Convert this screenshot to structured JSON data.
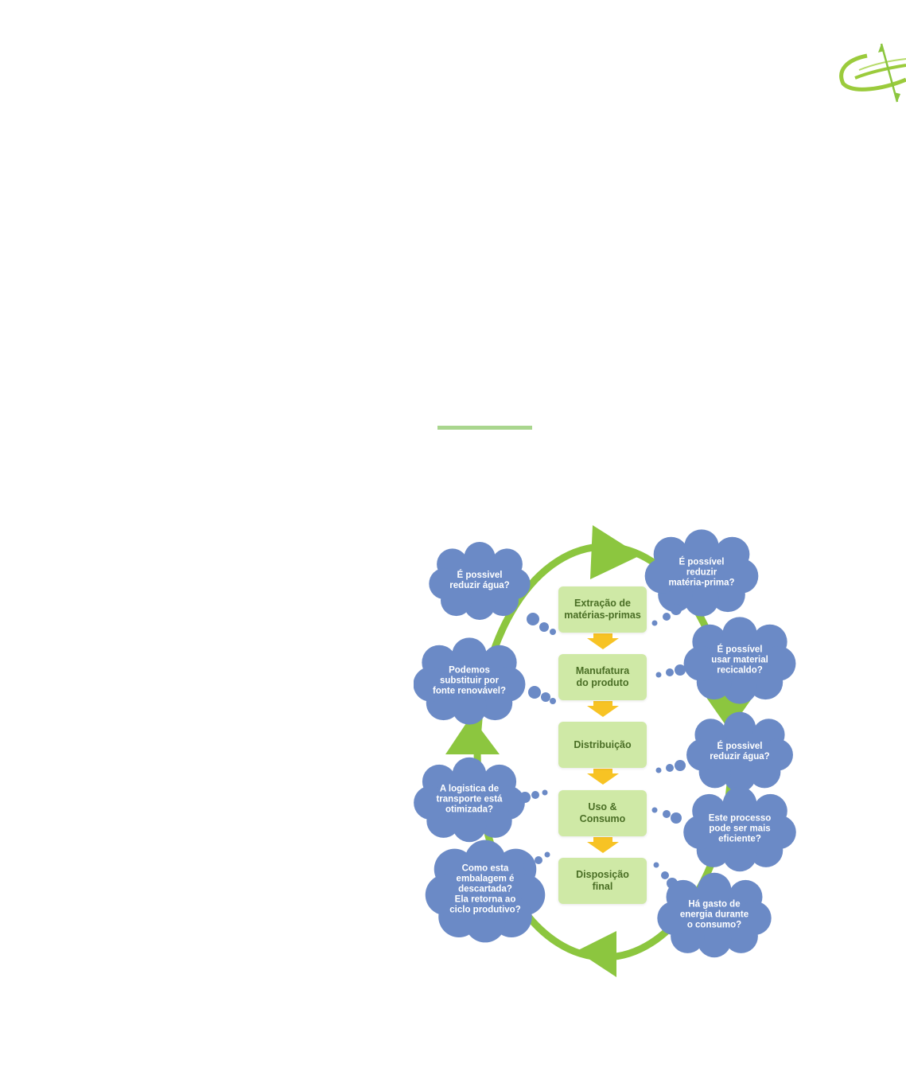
{
  "logo": {
    "icon": "green-swoosh-logo"
  },
  "colors": {
    "ring": "#8cc63f",
    "stage_bg": "#cfe9a6",
    "stage_text": "#4a6e25",
    "cloud": "#6b8ac6",
    "down_arrow": "#f7c324",
    "rule": "#a9d68e"
  },
  "diagram": {
    "stages": [
      {
        "label": "Extração de\nmatérias-primas"
      },
      {
        "label": "Manufatura\ndo produto"
      },
      {
        "label": "Distribuição"
      },
      {
        "label": "Uso &\nConsumo"
      },
      {
        "label": "Disposição\nfinal"
      }
    ],
    "left_questions": [
      {
        "text": "É possivel\nreduzir água?"
      },
      {
        "text": "Podemos\nsubstituir por\nfonte renovável?"
      },
      {
        "text": "A logistica de\ntransporte está\notimizada?"
      },
      {
        "text": "Como esta\nembalagem é\ndescartada?\nEla retorna ao\nciclo produtivo?"
      }
    ],
    "right_questions": [
      {
        "text": "É possível\nreduzir\nmatéria-prima?"
      },
      {
        "text": "É possível\nusar material\nrecicaldo?"
      },
      {
        "text": "É possivel\nreduzir água?"
      },
      {
        "text": "Este processo\npode ser mais\neficiente?"
      },
      {
        "text": "Há gasto de\nenergia durante\no consumo?"
      }
    ]
  }
}
